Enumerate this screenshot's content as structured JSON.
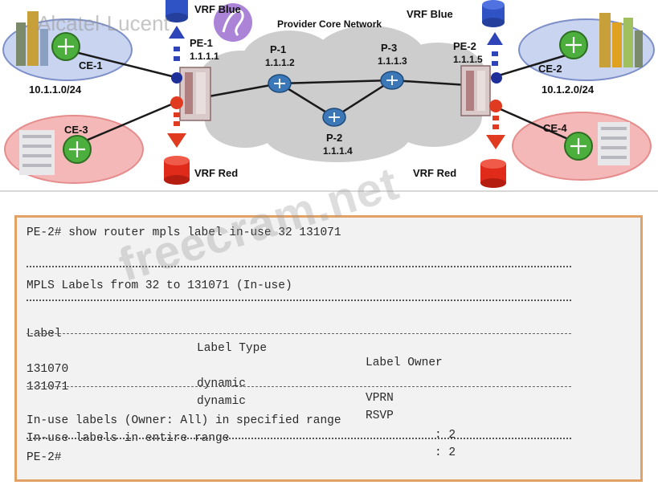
{
  "diagram": {
    "logo_text": "Alcatel·Lucent",
    "core_label": "Provider Core Network",
    "vrf_blue_left": "VRF Blue",
    "vrf_blue_right": "VRF Blue",
    "vrf_red_left": "VRF Red",
    "vrf_red_right": "VRF Red",
    "pe1": {
      "name": "PE-1",
      "ip": "1.1.1.1"
    },
    "pe2": {
      "name": "PE-2",
      "ip": "1.1.1.5"
    },
    "p1": {
      "name": "P-1",
      "ip": "1.1.1.2"
    },
    "p2": {
      "name": "P-2",
      "ip": "1.1.1.4"
    },
    "p3": {
      "name": "P-3",
      "ip": "1.1.1.3"
    },
    "ce1": {
      "name": "CE-1",
      "subnet": "10.1.1.0/24"
    },
    "ce2": {
      "name": "CE-2",
      "subnet": "10.1.2.0/24"
    },
    "ce3": {
      "name": "CE-3"
    },
    "ce4": {
      "name": "CE-4"
    },
    "colors": {
      "blue_site": "#c9d4f0",
      "red_site": "#f4b8b8",
      "cloud": "#cdcdcd",
      "router": "#3c78b8"
    }
  },
  "terminal": {
    "command": "PE-2# show router mpls label in-use 32 131071",
    "title": "MPLS Labels from 32 to 131071 (In-use)",
    "headers": [
      "Label",
      "Label Type",
      "Label Owner"
    ],
    "rows": [
      [
        "131070",
        "dynamic",
        "VPRN"
      ],
      [
        "131071",
        "dynamic",
        "RSVP"
      ]
    ],
    "summary": [
      {
        "label": "In-use labels (Owner: All) in specified range",
        "value": ": 2"
      },
      {
        "label": "In-use labels in entire range",
        "value": ": 2"
      }
    ],
    "prompt": "PE-2#"
  },
  "watermark": "freecram.net"
}
